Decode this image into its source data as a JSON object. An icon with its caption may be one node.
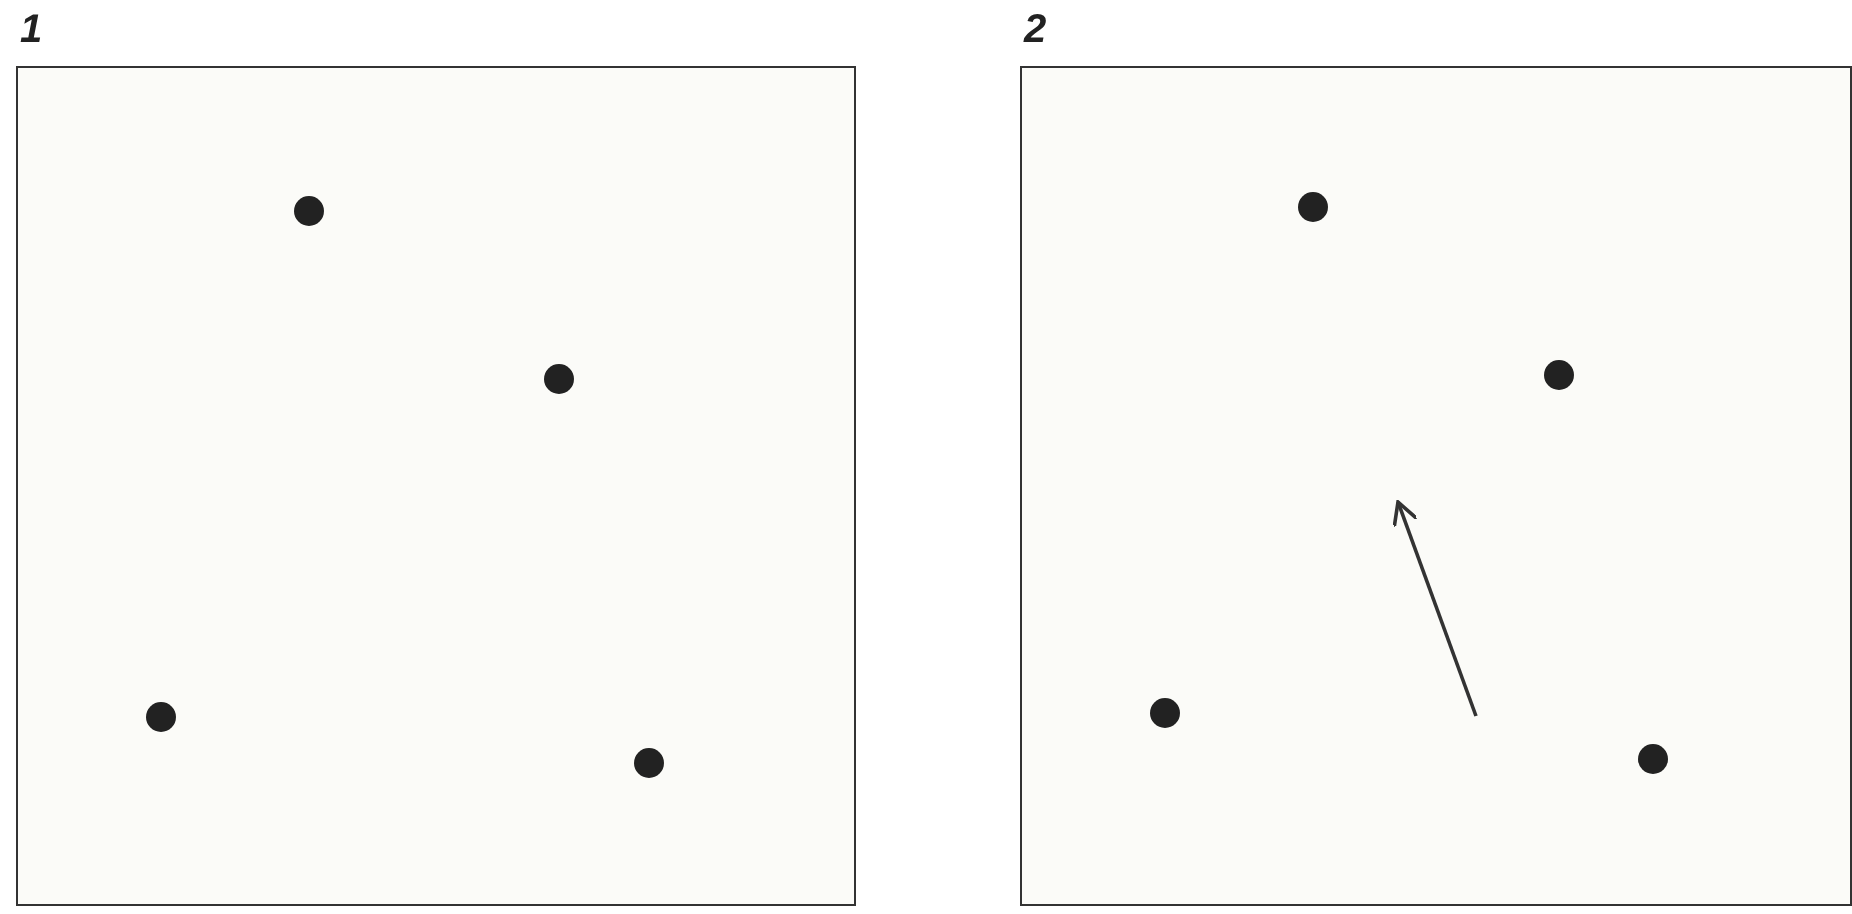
{
  "diagram": {
    "nodes": [
      {
        "text": [
          "1"
        ]
      },
      {
        "text": [],
        "shape": "circle",
        "in": 0
      },
      {
        "text": [],
        "shape": "circle",
        "in": 0
      },
      {
        "text": [],
        "shape": "circle",
        "in": 0
      },
      {
        "text": [],
        "shape": "circle",
        "in": 0
      },
      {
        "text": [
          "2"
        ]
      },
      {
        "text": [],
        "shape": "circle",
        "in": 5
      },
      {
        "text": [],
        "shape": "circle",
        "in": 5
      },
      {
        "text": [],
        "shape": "circle",
        "in": 5
      },
      {
        "text": [],
        "shape": "circle",
        "in": 5
      }
    ]
  }
}
